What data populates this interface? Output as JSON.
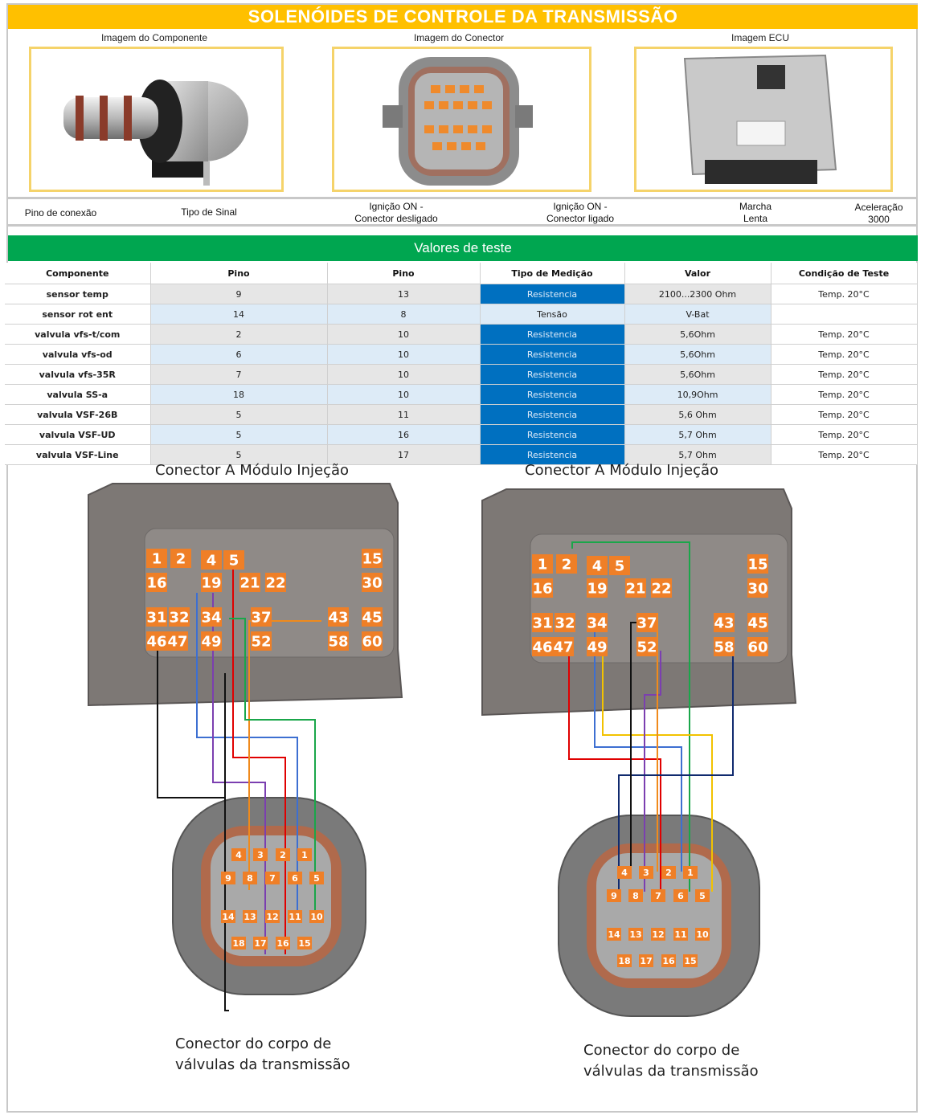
{
  "title": "SOLENÓIDES DE CONTROLE DA TRANSMISSÃO",
  "images": {
    "component_label": "Imagem do Componente",
    "connector_label": "Imagem do Conector",
    "ecu_label": "Imagem ECU"
  },
  "header_row": {
    "pino": "Pino de conexão",
    "tipo": "Tipo de Sinal",
    "ign_off_line1": "Ignição ON -",
    "ign_off_line2": "Conector desligado",
    "ign_on_line1": "Ignição ON -",
    "ign_on_line2": "Conector ligado",
    "marcha_line1": "Marcha",
    "marcha_line2": "Lenta",
    "acel_line1": "Aceleração",
    "acel_line2": "3000"
  },
  "test_values": {
    "title": "Valores de teste",
    "columns": [
      "Componente",
      "Pino",
      "Pino",
      "Tipo de Medição",
      "Valor",
      "Condição de Teste"
    ],
    "rows": [
      [
        "sensor temp",
        "9",
        "13",
        "Resistencia",
        "2100...2300 Ohm",
        "Temp. 20°C"
      ],
      [
        "sensor rot ent",
        "14",
        "8",
        "Tensão",
        "V-Bat",
        ""
      ],
      [
        "valvula vfs-t/com",
        "2",
        "10",
        "Resistencia",
        "5,6Ohm",
        "Temp. 20°C"
      ],
      [
        "valvula vfs-od",
        "6",
        "10",
        "Resistencia",
        "5,6Ohm",
        "Temp. 20°C"
      ],
      [
        "valvula vfs-35R",
        "7",
        "10",
        "Resistencia",
        "5,6Ohm",
        "Temp. 20°C"
      ],
      [
        "valvula SS-a",
        "18",
        "10",
        "Resistencia",
        "10,9Ohm",
        "Temp. 20°C"
      ],
      [
        "valvula VSF-26B",
        "5",
        "11",
        "Resistencia",
        "5,6 Ohm",
        "Temp. 20°C"
      ],
      [
        "valvula VSF-UD",
        "5",
        "16",
        "Resistencia",
        "5,7 Ohm",
        "Temp. 20°C"
      ],
      [
        "valvula VSF-Line",
        "5",
        "17",
        "Resistencia",
        "5,7 Ohm",
        "Temp. 20°C"
      ]
    ]
  },
  "diagrams": {
    "left_title": "Conector A Módulo Injeção",
    "right_title": "Conector A Módulo Injeção",
    "left_caption_line1": "Conector do corpo de",
    "left_caption_line2": "válvulas da transmissão",
    "right_caption_line1": "Conector do corpo de",
    "right_caption_line2": "válvulas da transmissão",
    "ecu_pins": [
      "1",
      "2",
      "4",
      "5",
      "15",
      "16",
      "19",
      "21",
      "22",
      "30",
      "31",
      "32",
      "34",
      "37",
      "43",
      "45",
      "46",
      "47",
      "49",
      "52",
      "58",
      "60"
    ],
    "trans_pins": [
      "4",
      "3",
      "2",
      "1",
      "9",
      "8",
      "7",
      "6",
      "5",
      "14",
      "13",
      "12",
      "11",
      "10",
      "18",
      "17",
      "16",
      "15"
    ],
    "wire_colors": {
      "black": "#111111",
      "red": "#e00000",
      "green": "#1aa64a",
      "blue": "#3d6fd1",
      "purple": "#7b3fb0",
      "orange": "#f08a1c",
      "yellow": "#f2c200",
      "navy": "#102a6e"
    }
  }
}
